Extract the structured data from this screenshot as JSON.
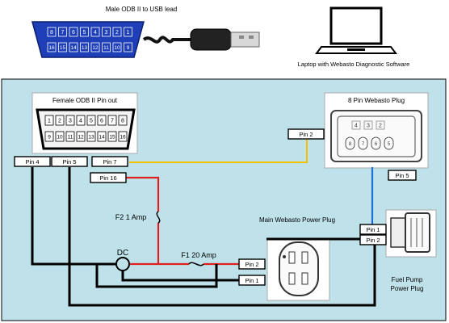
{
  "top": {
    "usb_lead_caption": "Male ODB II to USB lead",
    "laptop_caption": "Laptop with Webasto Diagnostic Software",
    "male_pins_top": [
      "8",
      "7",
      "6",
      "5",
      "4",
      "3",
      "2",
      "1"
    ],
    "male_pins_bottom": [
      "16",
      "15",
      "14",
      "13",
      "12",
      "11",
      "10",
      "9"
    ]
  },
  "panel": {
    "female_obd_caption": "Female ODB II Pin out",
    "female_pins_top": [
      "1",
      "2",
      "3",
      "4",
      "5",
      "6",
      "7",
      "8"
    ],
    "female_pins_bottom": [
      "9",
      "10",
      "11",
      "12",
      "13",
      "14",
      "15",
      "16"
    ],
    "webasto_plug_caption": "8 Pin Webasto Plug",
    "webasto_plug_pins_top": [
      "4",
      "3",
      "2"
    ],
    "webasto_plug_pins_bottom": [
      "8",
      "7",
      "6",
      "5"
    ],
    "main_power_caption": "Main Webasto Power Plug",
    "fuel_pump_caption_1": "Fuel Pump",
    "fuel_pump_caption_2": "Power Plug",
    "dc_label": "DC",
    "fuse1_label": "F2 1 Amp",
    "fuse2_label": "F1 20 Amp",
    "pins": {
      "obd_pin4": "Pin 4",
      "obd_pin5": "Pin 5",
      "obd_pin7": "Pin 7",
      "obd_pin16": "Pin 16",
      "webasto_pin2": "Pin 2",
      "webasto_pin5": "Pin 5",
      "fuel_pin1": "Pin 1",
      "fuel_pin2": "Pin 2",
      "main_pin2": "Pin 2",
      "main_pin1": "Pin 1"
    }
  },
  "colors": {
    "panel_bg": "#bfe2ea",
    "obd_blue": "#1f3fb8",
    "wire_black": "#000000",
    "wire_red": "#e02020",
    "wire_yellow": "#f2c200",
    "wire_blue": "#1a6fd6"
  }
}
